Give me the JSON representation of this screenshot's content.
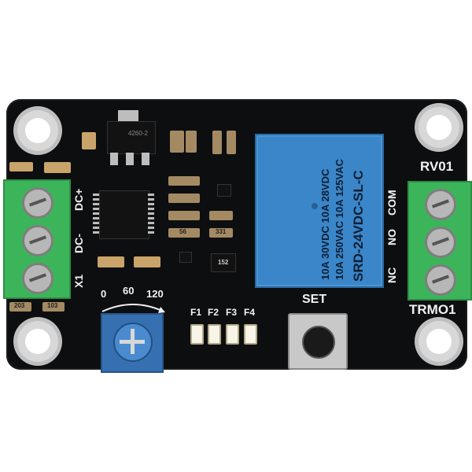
{
  "labels": {
    "dc_plus": "DC+",
    "dc_minus": "DC-",
    "x1": "X1",
    "rv01": "RV01",
    "trm01": "TRMO1",
    "set": "SET",
    "scale_0": "0",
    "scale_60": "60",
    "scale_120": "120",
    "f1": "F1",
    "f2": "F2",
    "f3": "F3",
    "f4": "F4",
    "com": "COM",
    "no": "NO",
    "nc": "NC"
  },
  "relay": {
    "model": "SRD-24VDC-SL-C",
    "rating1": "10A 250VAC 10A 125VAC",
    "rating2": "10A 30VDC 10A 28VDC"
  },
  "small_marks": {
    "reg": "4260-2",
    "r1": "203",
    "r2": "103",
    "r3": "152",
    "r4": "56",
    "r5": "331"
  },
  "colors": {
    "pcb": "#0d0e10",
    "terminal": "#3cb55a",
    "relay": "#3a86c9",
    "silk": "#f2f2f2"
  }
}
